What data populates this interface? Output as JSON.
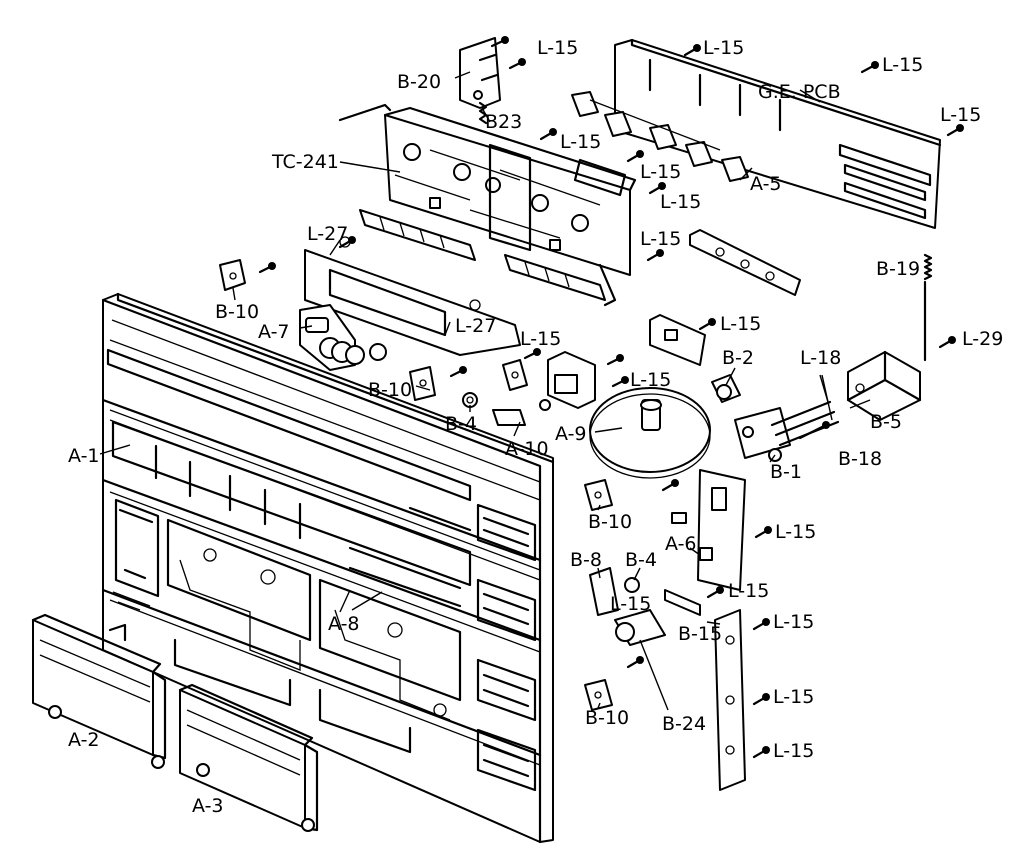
{
  "labels": {
    "tc241": "TC-241",
    "b20": "B-20",
    "b23": "B23",
    "ge_pcb": "G.E.  PCB",
    "a5": "A-5",
    "b19": "B-19",
    "l29": "L-29",
    "b5": "B-5",
    "b18": "B-18",
    "l18": "L-18",
    "b1": "B-1",
    "b2": "B-2",
    "a9": "A-9",
    "a10": "A-10",
    "b4_top": "B-4",
    "b10_a": "B-10",
    "b10_b": "B-10",
    "b10_c": "B-10",
    "b10_d": "B-10",
    "a7": "A-7",
    "l27_a": "L-27",
    "l27_b": "L-27",
    "a1": "A-1",
    "a2": "A-2",
    "a3": "A-3",
    "a8": "A-8",
    "a6": "A-6",
    "b8": "B-8",
    "b4_bottom": "B-4",
    "b15": "B-15",
    "b24": "B-24",
    "screw": "L-15"
  }
}
